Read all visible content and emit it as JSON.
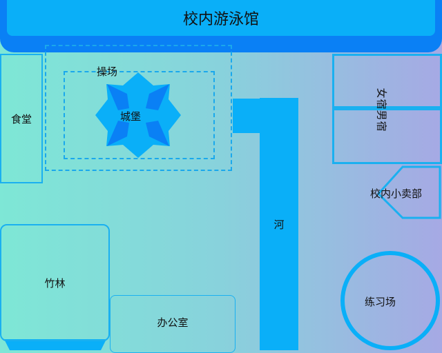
{
  "title": "校内游泳馆",
  "places": {
    "canteen": "食堂",
    "playground": "操场",
    "castle": "城堡",
    "river": "河",
    "dorms": "女宿男宿",
    "shop": "校内小卖部",
    "practice": "练习场",
    "bamboo": "竹林",
    "office": "办公室"
  },
  "colors": {
    "header": "#0a80f5",
    "accent": "#0aaff8",
    "border": "#1ab0f0"
  }
}
